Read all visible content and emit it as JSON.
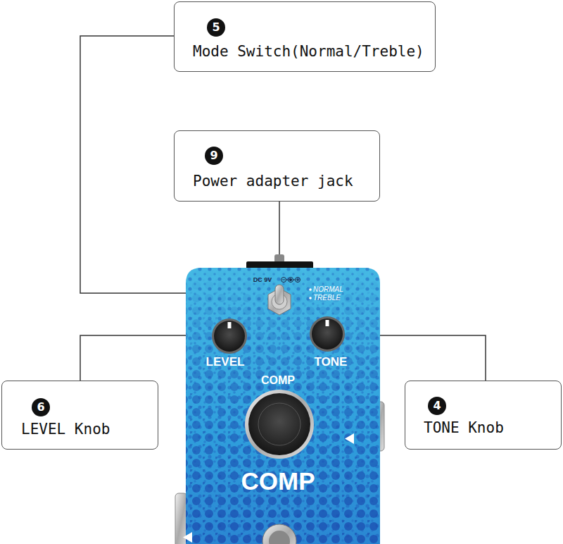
{
  "diagram": {
    "nodes": [
      {
        "text": [
          "5",
          "Mode Switch(Normal/Treble)"
        ]
      },
      {
        "text": [
          "9",
          "Power adapter jack"
        ]
      },
      {
        "text": [
          "6",
          "LEVEL Knob"
        ]
      },
      {
        "text": [
          "4",
          "TONE Knob"
        ]
      }
    ],
    "labels": [
      "DC 9V",
      "NORMAL",
      "TREBLE",
      "LEVEL",
      "TONE",
      "COMP",
      "COMP"
    ]
  }
}
